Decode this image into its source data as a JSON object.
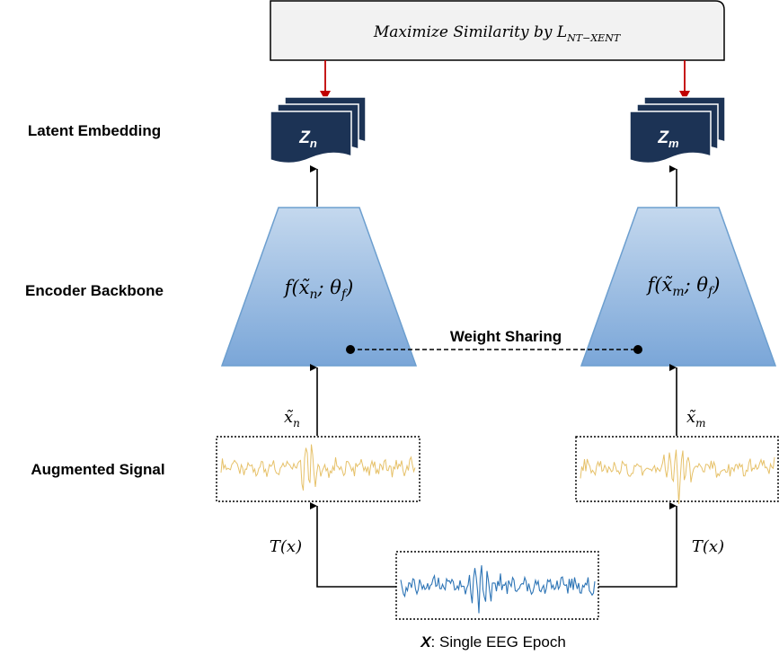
{
  "top_box": {
    "prefix": "Maximize Similarity by ",
    "loss_symbol": "L",
    "loss_subscript": "NT−XENT"
  },
  "row_labels": {
    "latent": "Latent Embedding",
    "encoder": "Encoder Backbone",
    "augmented": "Augmented Signal"
  },
  "embeddings": {
    "left": {
      "symbol": "Z",
      "subscript": "n"
    },
    "right": {
      "symbol": "Z",
      "subscript": "m"
    }
  },
  "encoders": {
    "left": {
      "fn": "f(",
      "var": "x̃",
      "var_sub": "n",
      "sep": "; θ",
      "param_sub": "f",
      "close": ")"
    },
    "right": {
      "fn": "f(",
      "var": "x̃",
      "var_sub": "m",
      "sep": "; θ",
      "param_sub": "f",
      "close": ")"
    }
  },
  "weight_sharing_label": "Weight Sharing",
  "augmented_labels": {
    "left": {
      "var": "x̃",
      "sub": "n"
    },
    "right": {
      "var": "x̃",
      "sub": "m"
    }
  },
  "transform_label": "T(x)",
  "input_caption": {
    "symbol": "X",
    "text": ": Single EEG Epoch"
  },
  "colors": {
    "embedding_fill": "#1c3355",
    "encoder_fill_top": "#c4d8ee",
    "encoder_fill_bottom": "#7aa6d8",
    "encoder_stroke": "#6d9fcf",
    "top_box_fill": "#f2f2f2",
    "red_arrow": "#c00000",
    "augmented_signal": "#e6c169",
    "raw_signal": "#2e75b6"
  }
}
